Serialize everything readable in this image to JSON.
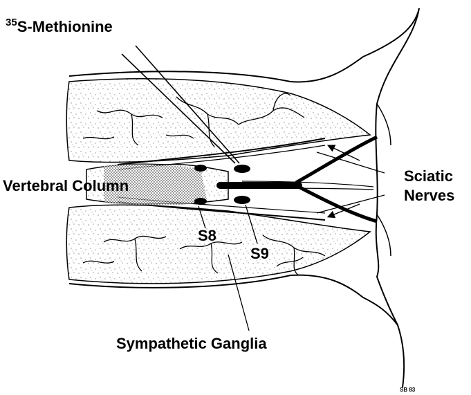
{
  "labels": {
    "tracer_isotope": "35",
    "tracer_name": "S-Methionine",
    "vertebral_column": "Vertebral Column",
    "sciatic_line1": "Sciatic",
    "sciatic_line2": "Nerves",
    "s8": "S8",
    "s9": "S9",
    "ganglia": "Sympathetic Ganglia",
    "signature": "SB 83"
  },
  "colors": {
    "ink": "#000000",
    "background": "#ffffff"
  }
}
